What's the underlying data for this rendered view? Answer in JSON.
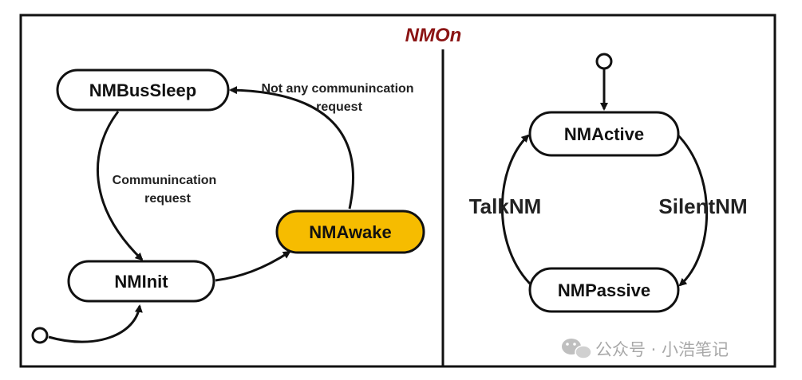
{
  "title": "NMOn",
  "colors": {
    "frame": "#111111",
    "title": "#8b1414",
    "state_fill": "#ffffff",
    "highlight_fill": "#f6bc00",
    "watermark": "#9a9a9a"
  },
  "left_panel": {
    "states": {
      "bus_sleep": "NMBusSleep",
      "init": "NMInit",
      "awake": "NMAwake"
    },
    "edges": {
      "sleep_to_init_line1": "Communincation",
      "sleep_to_init_line2": "request",
      "awake_to_sleep_line1": "Not any communincation",
      "awake_to_sleep_line2": "request"
    }
  },
  "right_panel": {
    "states": {
      "active": "NMActive",
      "passive": "NMPassive"
    },
    "edges": {
      "talk": "TalkNM",
      "silent": "SilentNM"
    }
  },
  "watermark": {
    "icon": "wechat-icon",
    "text": "公众号 · 小浩笔记"
  }
}
